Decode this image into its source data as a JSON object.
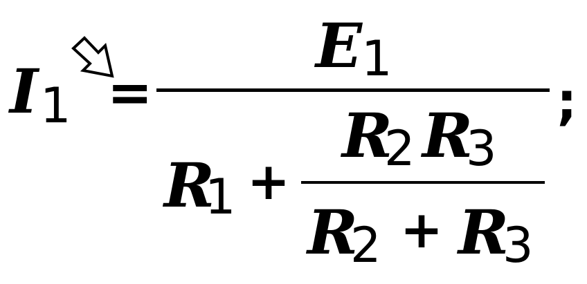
{
  "formula": {
    "lhs": {
      "symbol": "I",
      "subscript": "1"
    },
    "equals": "=",
    "numerator": {
      "symbol": "E",
      "subscript": "1"
    },
    "denominator": {
      "first": {
        "symbol": "R",
        "subscript": "1"
      },
      "plus": "+",
      "inner_numerator": [
        {
          "symbol": "R",
          "subscript": "2"
        },
        {
          "symbol": "R",
          "subscript": "3"
        }
      ],
      "inner_denominator": {
        "left": {
          "symbol": "R",
          "subscript": "2"
        },
        "plus": "+",
        "right": {
          "symbol": "R",
          "subscript": "3"
        }
      }
    },
    "terminator": ";"
  },
  "cursor_icon": "arrow-cursor-icon"
}
